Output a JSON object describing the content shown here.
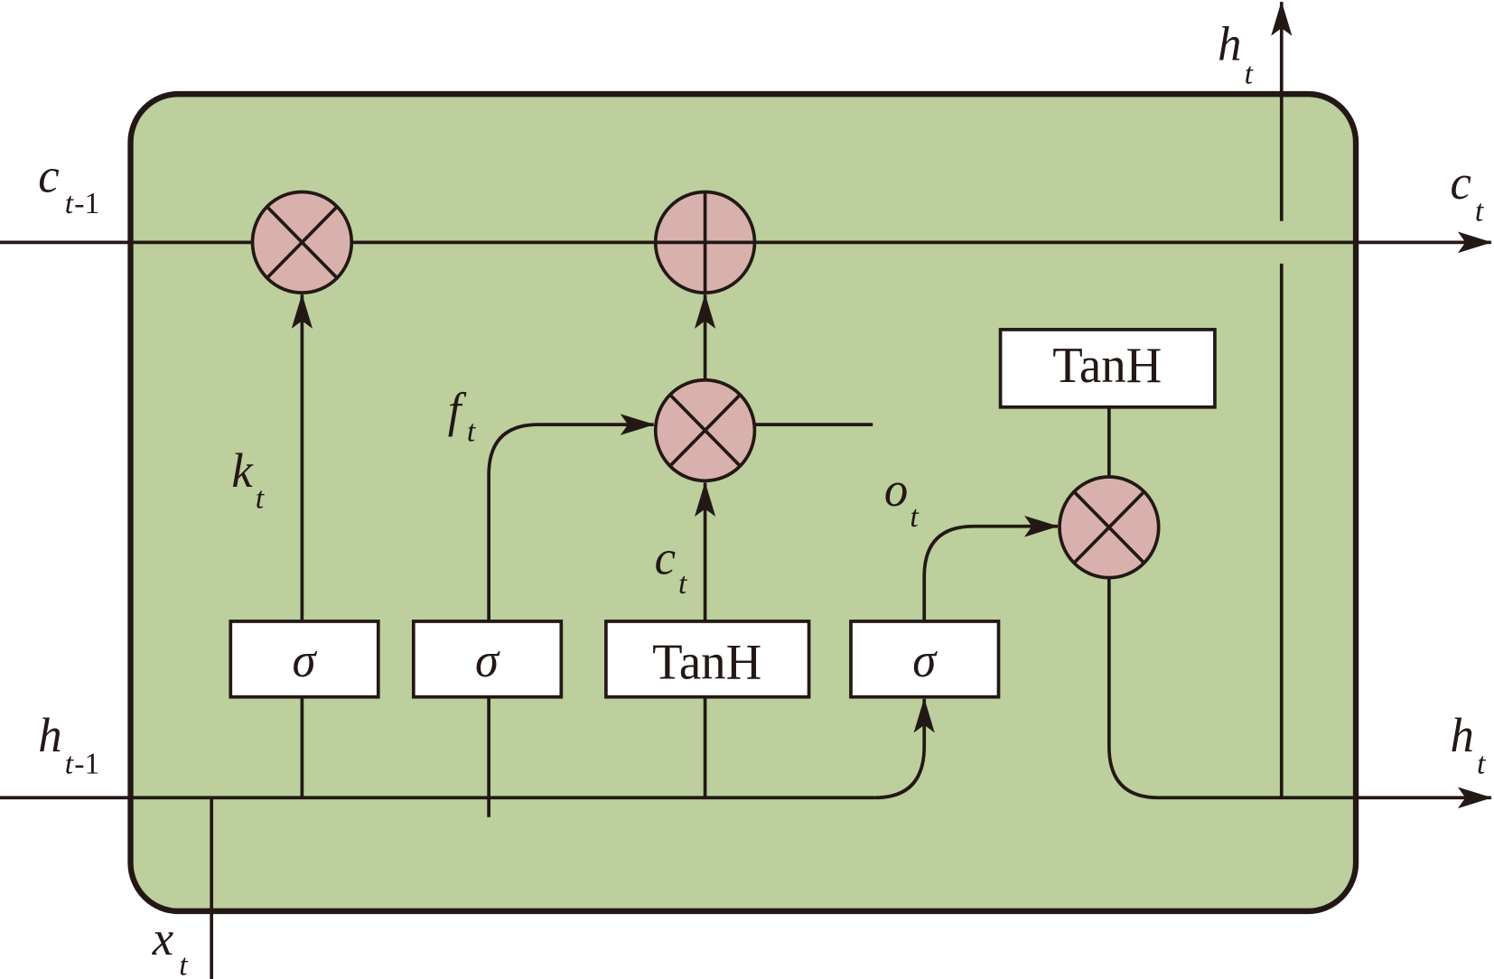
{
  "colors": {
    "cell_fill": "#bccf9c",
    "operator_fill": "#d9b1ac",
    "stroke": "#231815",
    "gate_fill": "#ffffff"
  },
  "labels": {
    "c_prev": {
      "main": "c",
      "sub": "t",
      "sub2": "-1"
    },
    "c_out": {
      "main": "c",
      "sub": "t"
    },
    "h_top": {
      "main": "h",
      "sub": "t"
    },
    "h_prev": {
      "main": "h",
      "sub": "t",
      "sub2": "-1"
    },
    "h_out": {
      "main": "h",
      "sub": "t"
    },
    "x_in": {
      "main": "x",
      "sub": "t"
    },
    "k": {
      "main": "k",
      "sub": "t"
    },
    "f": {
      "main": "f",
      "sub": "t"
    },
    "c_cand": {
      "main": "c",
      "sub": "t"
    },
    "o": {
      "main": "o",
      "sub": "t"
    }
  },
  "gates": {
    "sigma1": "σ",
    "sigma2": "σ",
    "tanh1": "TanH",
    "sigma3": "σ",
    "tanh2": "TanH"
  },
  "operators": [
    "multiply",
    "add",
    "multiply",
    "multiply"
  ]
}
